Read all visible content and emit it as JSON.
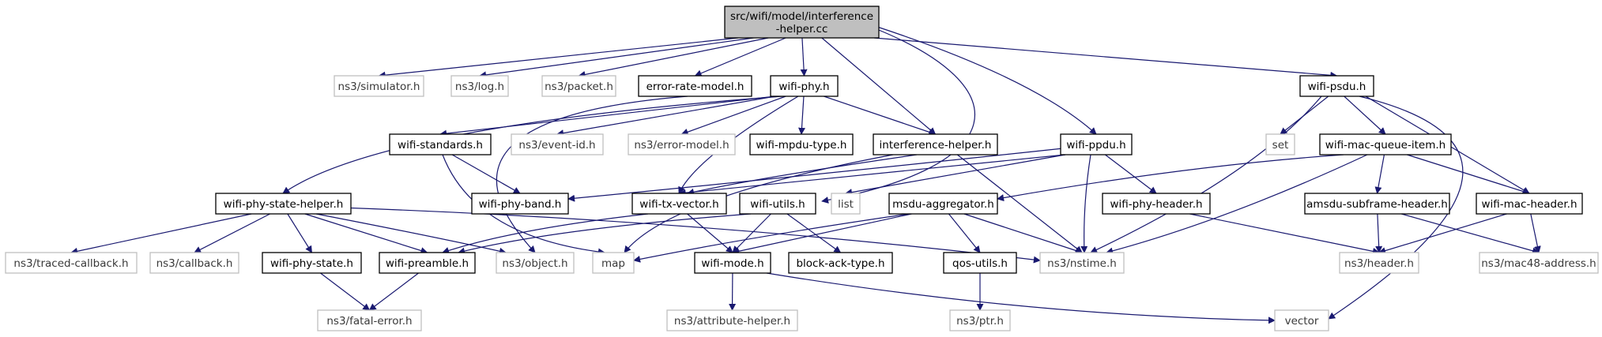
{
  "diagram": {
    "colors": {
      "edge": "#191970",
      "root_fill": "#bfbfbf",
      "external_border": "#bfbfbf",
      "internal_border": "#000000",
      "background": "#ffffff"
    },
    "nodes": [
      {
        "id": "root",
        "lines": [
          "src/wifi/model/interference",
          "-helper.cc"
        ],
        "kind": "root"
      },
      {
        "id": "simulator",
        "lines": [
          "ns3/simulator.h"
        ],
        "kind": "external"
      },
      {
        "id": "log",
        "lines": [
          "ns3/log.h"
        ],
        "kind": "external"
      },
      {
        "id": "packet",
        "lines": [
          "ns3/packet.h"
        ],
        "kind": "external"
      },
      {
        "id": "errrate",
        "lines": [
          "error-rate-model.h"
        ],
        "kind": "internal"
      },
      {
        "id": "wifiphy",
        "lines": [
          "wifi-phy.h"
        ],
        "kind": "internal"
      },
      {
        "id": "psdu",
        "lines": [
          "wifi-psdu.h"
        ],
        "kind": "internal"
      },
      {
        "id": "standards",
        "lines": [
          "wifi-standards.h"
        ],
        "kind": "internal"
      },
      {
        "id": "eventid",
        "lines": [
          "ns3/event-id.h"
        ],
        "kind": "external"
      },
      {
        "id": "errmodel",
        "lines": [
          "ns3/error-model.h"
        ],
        "kind": "external"
      },
      {
        "id": "mpdutype",
        "lines": [
          "wifi-mpdu-type.h"
        ],
        "kind": "internal"
      },
      {
        "id": "interf",
        "lines": [
          "interference-helper.h"
        ],
        "kind": "internal"
      },
      {
        "id": "ppdu",
        "lines": [
          "wifi-ppdu.h"
        ],
        "kind": "internal"
      },
      {
        "id": "set",
        "lines": [
          "set"
        ],
        "kind": "external"
      },
      {
        "id": "macqueue",
        "lines": [
          "wifi-mac-queue-item.h"
        ],
        "kind": "internal"
      },
      {
        "id": "statehelper",
        "lines": [
          "wifi-phy-state-helper.h"
        ],
        "kind": "internal"
      },
      {
        "id": "band",
        "lines": [
          "wifi-phy-band.h"
        ],
        "kind": "internal"
      },
      {
        "id": "txvector",
        "lines": [
          "wifi-tx-vector.h"
        ],
        "kind": "internal"
      },
      {
        "id": "utils",
        "lines": [
          "wifi-utils.h"
        ],
        "kind": "internal"
      },
      {
        "id": "list",
        "lines": [
          "list"
        ],
        "kind": "external"
      },
      {
        "id": "msdu",
        "lines": [
          "msdu-aggregator.h"
        ],
        "kind": "internal"
      },
      {
        "id": "phyheader",
        "lines": [
          "wifi-phy-header.h"
        ],
        "kind": "internal"
      },
      {
        "id": "amsdu",
        "lines": [
          "amsdu-subframe-header.h"
        ],
        "kind": "internal"
      },
      {
        "id": "macheader",
        "lines": [
          "wifi-mac-header.h"
        ],
        "kind": "internal"
      },
      {
        "id": "traced",
        "lines": [
          "ns3/traced-callback.h"
        ],
        "kind": "external"
      },
      {
        "id": "callback",
        "lines": [
          "ns3/callback.h"
        ],
        "kind": "external"
      },
      {
        "id": "phystate",
        "lines": [
          "wifi-phy-state.h"
        ],
        "kind": "internal"
      },
      {
        "id": "preamble",
        "lines": [
          "wifi-preamble.h"
        ],
        "kind": "internal"
      },
      {
        "id": "object",
        "lines": [
          "ns3/object.h"
        ],
        "kind": "external"
      },
      {
        "id": "map",
        "lines": [
          "map"
        ],
        "kind": "external"
      },
      {
        "id": "mode",
        "lines": [
          "wifi-mode.h"
        ],
        "kind": "internal"
      },
      {
        "id": "blockack",
        "lines": [
          "block-ack-type.h"
        ],
        "kind": "internal"
      },
      {
        "id": "qos",
        "lines": [
          "qos-utils.h"
        ],
        "kind": "internal"
      },
      {
        "id": "nstime",
        "lines": [
          "ns3/nstime.h"
        ],
        "kind": "external"
      },
      {
        "id": "header",
        "lines": [
          "ns3/header.h"
        ],
        "kind": "external"
      },
      {
        "id": "mac48",
        "lines": [
          "ns3/mac48-address.h"
        ],
        "kind": "external"
      },
      {
        "id": "fatal",
        "lines": [
          "ns3/fatal-error.h"
        ],
        "kind": "external"
      },
      {
        "id": "attrhelper",
        "lines": [
          "ns3/attribute-helper.h"
        ],
        "kind": "external"
      },
      {
        "id": "ptr",
        "lines": [
          "ns3/ptr.h"
        ],
        "kind": "external"
      },
      {
        "id": "vector",
        "lines": [
          "vector"
        ],
        "kind": "external"
      }
    ],
    "edges": [
      [
        "root",
        "simulator"
      ],
      [
        "root",
        "log"
      ],
      [
        "root",
        "packet"
      ],
      [
        "root",
        "errrate"
      ],
      [
        "root",
        "wifiphy"
      ],
      [
        "root",
        "interf"
      ],
      [
        "root",
        "utils"
      ],
      [
        "root",
        "ppdu"
      ],
      [
        "root",
        "psdu"
      ],
      [
        "errrate",
        "object"
      ],
      [
        "wifiphy",
        "statehelper"
      ],
      [
        "wifiphy",
        "standards"
      ],
      [
        "wifiphy",
        "eventid"
      ],
      [
        "wifiphy",
        "errmodel"
      ],
      [
        "wifiphy",
        "mpdutype"
      ],
      [
        "wifiphy",
        "interf"
      ],
      [
        "wifiphy",
        "txvector"
      ],
      [
        "standards",
        "band"
      ],
      [
        "standards",
        "map"
      ],
      [
        "interf",
        "txvector"
      ],
      [
        "interf",
        "map"
      ],
      [
        "interf",
        "nstime"
      ],
      [
        "ppdu",
        "band"
      ],
      [
        "ppdu",
        "txvector"
      ],
      [
        "ppdu",
        "list"
      ],
      [
        "ppdu",
        "phyheader"
      ],
      [
        "ppdu",
        "nstime"
      ],
      [
        "psdu",
        "set"
      ],
      [
        "psdu",
        "macqueue"
      ],
      [
        "psdu",
        "macheader"
      ],
      [
        "psdu",
        "nstime"
      ],
      [
        "psdu",
        "vector"
      ],
      [
        "macqueue",
        "msdu"
      ],
      [
        "macqueue",
        "amsdu"
      ],
      [
        "macqueue",
        "macheader"
      ],
      [
        "macqueue",
        "nstime"
      ],
      [
        "statehelper",
        "traced"
      ],
      [
        "statehelper",
        "callback"
      ],
      [
        "statehelper",
        "phystate"
      ],
      [
        "statehelper",
        "preamble"
      ],
      [
        "statehelper",
        "object"
      ],
      [
        "statehelper",
        "nstime"
      ],
      [
        "txvector",
        "mode"
      ],
      [
        "txvector",
        "preamble"
      ],
      [
        "utils",
        "mode"
      ],
      [
        "utils",
        "blockack"
      ],
      [
        "utils",
        "preamble"
      ],
      [
        "msdu",
        "map"
      ],
      [
        "msdu",
        "mode"
      ],
      [
        "msdu",
        "qos"
      ],
      [
        "msdu",
        "nstime"
      ],
      [
        "phyheader",
        "header"
      ],
      [
        "amsdu",
        "header"
      ],
      [
        "amsdu",
        "mac48"
      ],
      [
        "macheader",
        "header"
      ],
      [
        "macheader",
        "mac48"
      ],
      [
        "phystate",
        "fatal"
      ],
      [
        "preamble",
        "fatal"
      ],
      [
        "mode",
        "attrhelper"
      ],
      [
        "mode",
        "vector"
      ],
      [
        "qos",
        "ptr"
      ]
    ]
  }
}
